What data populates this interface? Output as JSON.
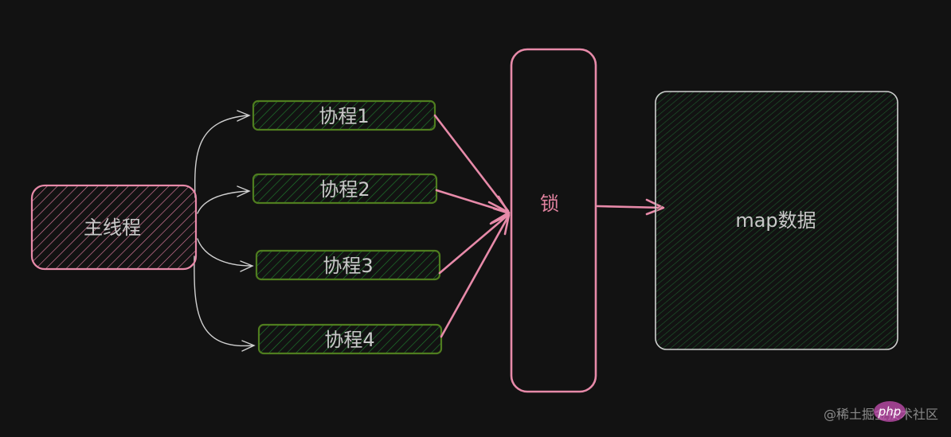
{
  "diagram": {
    "main_thread_label": "主线程",
    "coroutines": [
      {
        "label": "协程1"
      },
      {
        "label": "协程2"
      },
      {
        "label": "协程3"
      },
      {
        "label": "协程4"
      }
    ],
    "lock_label": "锁",
    "data_label": "map数据"
  },
  "colors": {
    "background": "#121212",
    "pink": "#e78aa9",
    "green_border": "#4f7d1f",
    "green_hatch": "#1f7a2d",
    "gray_arrow": "#d0d0d0",
    "data_border": "#cfcfcf"
  },
  "watermark": {
    "text": "@稀土掘金技术社区",
    "badge": "php"
  }
}
